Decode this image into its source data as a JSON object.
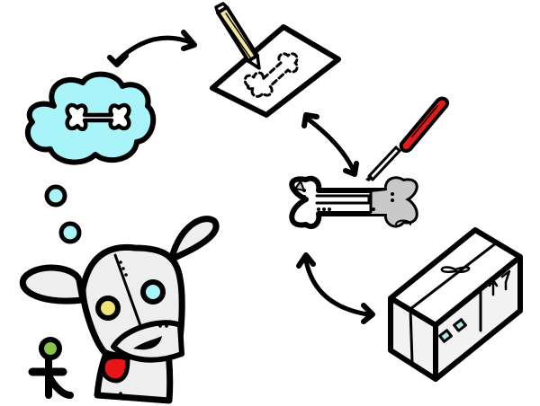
{
  "illustration": {
    "description": "Robot dog imagining a bone; cycle of design, build and ship",
    "elements": {
      "thought_cloud": {
        "label": "Thought cloud with bone"
      },
      "design_sheet": {
        "label": "Paper with dashed bone sketch and pencil"
      },
      "mechanical_bone": {
        "label": "Mechanical bone with screwdriver"
      },
      "package": {
        "label": "Shipping box tied with string"
      },
      "robot_dog": {
        "label": "Robot dog"
      },
      "figure": {
        "label": "Small stick figure with green head"
      }
    },
    "arrows": [
      {
        "from": "thought_cloud",
        "to": "design_sheet",
        "direction": "bidirectional"
      },
      {
        "from": "design_sheet",
        "to": "mechanical_bone",
        "direction": "bidirectional"
      },
      {
        "from": "mechanical_bone",
        "to": "package",
        "direction": "bidirectional"
      }
    ],
    "colors": {
      "outline": "#000000",
      "cloud": "#a8f4f8",
      "bubble": "#a8f4f8",
      "bone_fill": "#ffffff",
      "mech_gray": "#c8c8c8",
      "dog_body": "#eeeeee",
      "dog_eye_left": "#f2e27a",
      "dog_eye_right": "#a8f4f8",
      "dog_tongue": "#e8141a",
      "screwdriver_handle": "#e01b1b",
      "pencil_body": "#f2e6a0",
      "figure_head": "#8bc34a",
      "box_face": "#f2f2f2",
      "box_label": "#a8e8ea"
    }
  }
}
